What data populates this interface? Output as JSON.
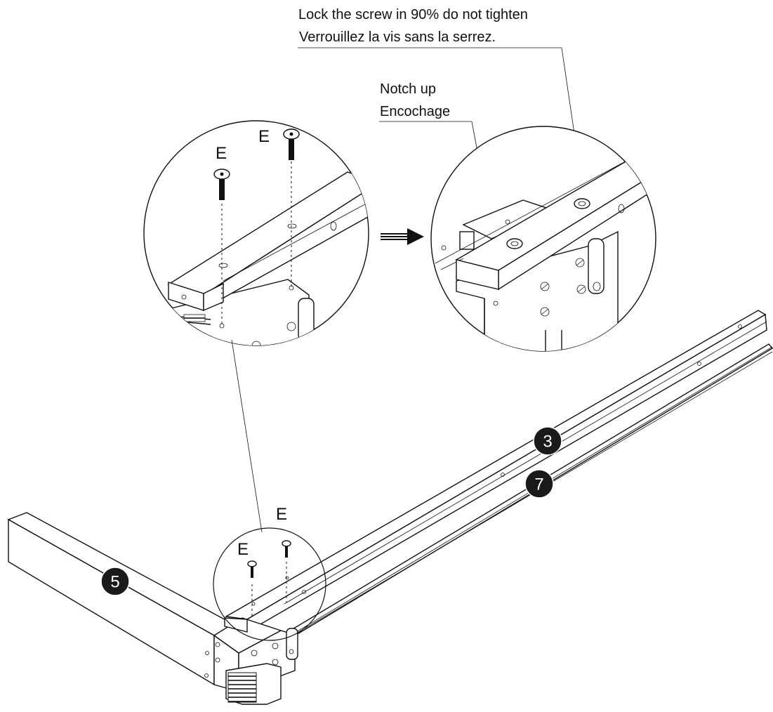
{
  "callouts": {
    "lock_screw_en": "Lock the screw in 90% do not tighten",
    "lock_screw_fr": "Verrouillez la vis sans la serrez.",
    "notch_en": "Notch up",
    "notch_fr": "Encochage"
  },
  "part_letters": {
    "detail_left_a": "E",
    "detail_left_b": "E",
    "main_a": "E",
    "main_b": "E"
  },
  "part_numbers": {
    "beam_top": "3",
    "beam_bottom": "7",
    "side_beam": "5"
  },
  "colors": {
    "line": "#111111",
    "badge_fill": "#1a1a1a",
    "background": "#ffffff"
  }
}
